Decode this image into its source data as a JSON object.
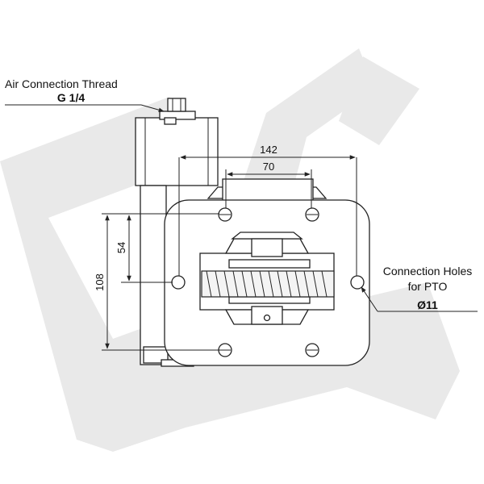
{
  "labels": {
    "air_connection_title": "Air Connection Thread",
    "air_connection_value": "G 1/4",
    "pto_line1": "Connection Holes",
    "pto_line2": "for PTO",
    "pto_diameter": "Ø11"
  },
  "dimensions": {
    "width_outer": "142",
    "width_inner": "70",
    "height_outer": "108",
    "height_inner": "54"
  },
  "colors": {
    "watermark": "#e6e6e6",
    "line": "#222222"
  }
}
